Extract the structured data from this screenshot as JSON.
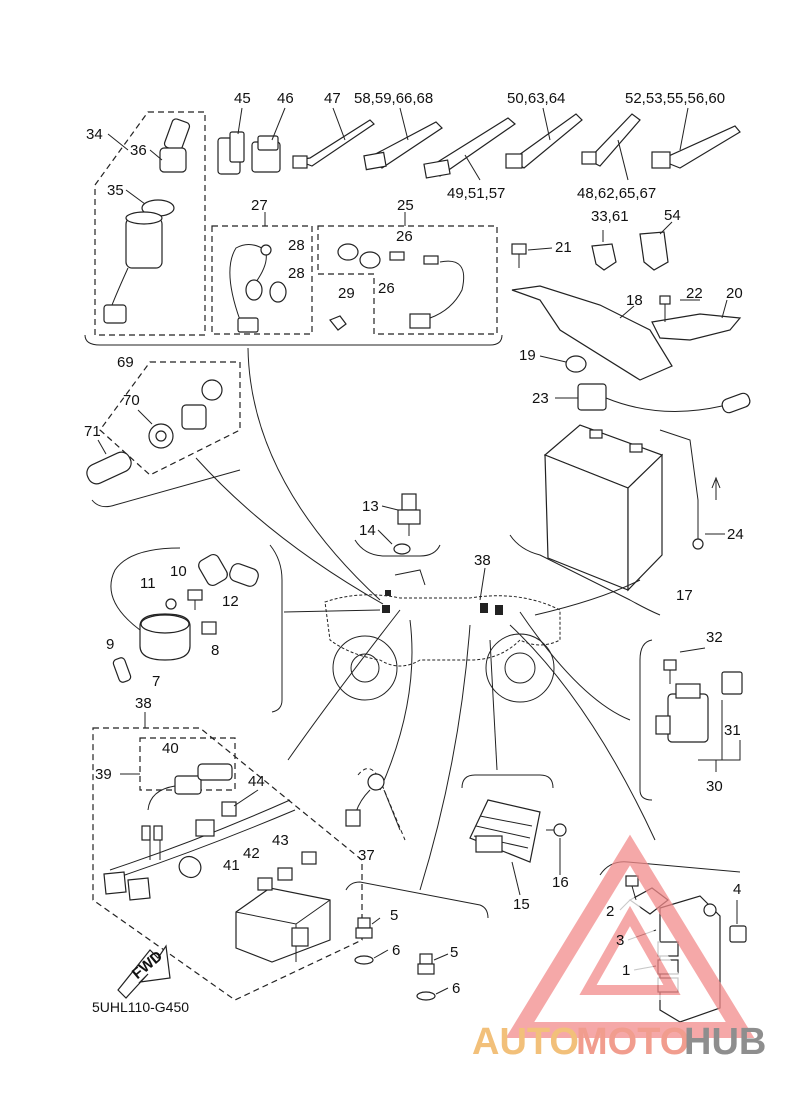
{
  "diagram_code": "5UHL110-G450",
  "fwd_label": "FWD",
  "watermark": {
    "auto": "AUTO",
    "moto": "MOTO",
    "hub": "HUB",
    "color_auto": "#f2c07a",
    "color_moto": "#f19d8e",
    "color_hub": "#8e8e8e",
    "triangle_color": "#f28b8b"
  },
  "labels": {
    "p45": "45",
    "p46": "46",
    "p47": "47",
    "p58": "58,59,66,68",
    "p50": "50,63,64",
    "p52": "52,53,55,56,60",
    "p49": "49,51,57",
    "p48": "48,62,65,67",
    "p34": "34",
    "p36": "36",
    "p35": "35",
    "p27": "27",
    "p25": "25",
    "p28a": "28",
    "p28b": "28",
    "p26a": "26",
    "p26b": "26",
    "p29": "29",
    "p21": "21",
    "p33": "33,61",
    "p54": "54",
    "p18": "18",
    "p22": "22",
    "p20": "20",
    "p19": "19",
    "p23": "23",
    "p69": "69",
    "p70": "70",
    "p71": "71",
    "p13": "13",
    "p14": "14",
    "p24": "24",
    "p17": "17",
    "p10": "10",
    "p11": "11",
    "p12": "12",
    "p38a": "38",
    "p9": "9",
    "p8": "8",
    "p7": "7",
    "p32": "32",
    "p31": "31",
    "p30": "30",
    "p38b": "38",
    "p40": "40",
    "p39": "39",
    "p44": "44",
    "p43": "43",
    "p42": "42",
    "p41": "41",
    "p37": "37",
    "p16": "16",
    "p15": "15",
    "p4": "4",
    "p2": "2",
    "p3": "3",
    "p1": "1",
    "p5a": "5",
    "p6a": "6",
    "p5b": "5",
    "p6b": "6"
  }
}
